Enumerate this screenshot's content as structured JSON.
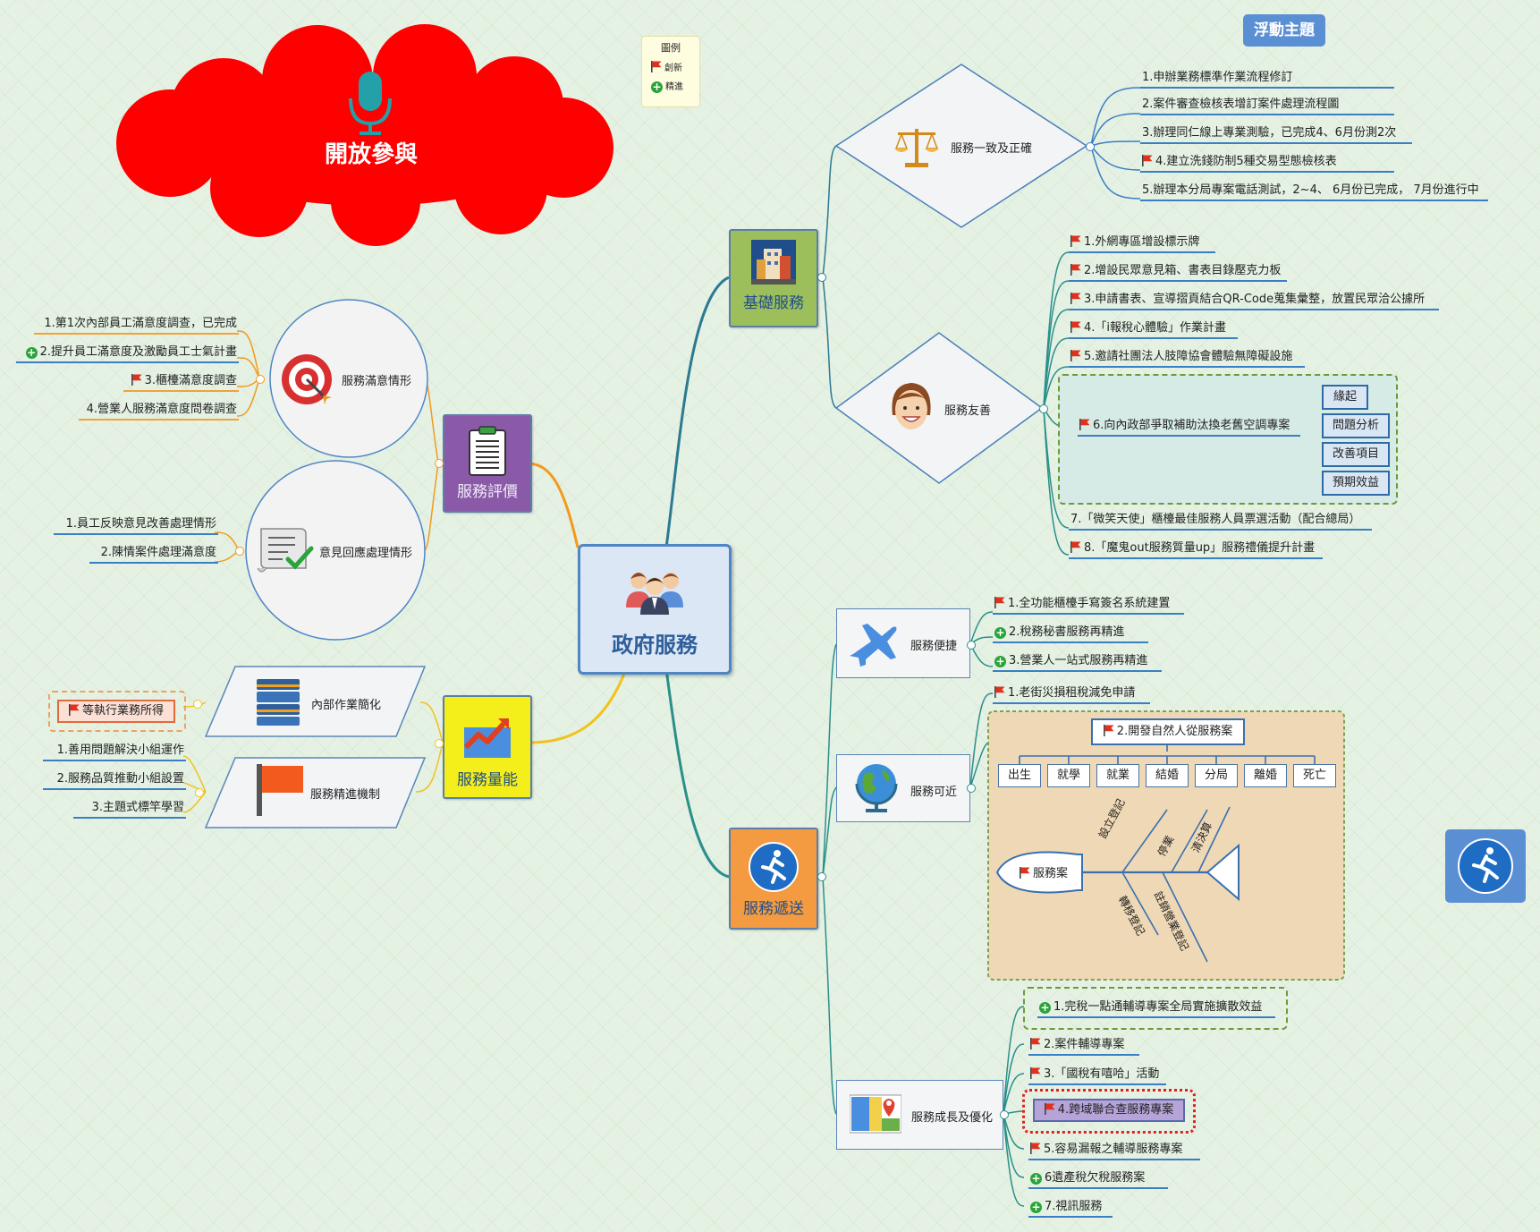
{
  "central": {
    "title": "政府服務"
  },
  "cloud": {
    "title": "開放參與"
  },
  "floating": {
    "label": "浮動主題"
  },
  "legend": {
    "title": "圖例",
    "items": [
      {
        "label": "創新"
      },
      {
        "label": "精進"
      }
    ]
  },
  "colors": {
    "flag": "#e0301e",
    "plus": "#2aa33a",
    "cloud": "#ff0000",
    "central_border": "#4f86c6"
  },
  "jichu": {
    "title": "基礎服務",
    "sub1": {
      "title": "服務一致及正確",
      "items": [
        "1.申辦業務標準作業流程修訂",
        "2.案件審查檢核表增訂案件處理流程圖",
        "3.辦理同仁線上專業測驗，已完成4、6月份測2次",
        "4.建立洗錢防制5種交易型態檢核表",
        "5.辦理本分局專案電話測試，2~4、 6月份已完成， 7月份進行中"
      ]
    },
    "sub2": {
      "title": "服務友善",
      "items": [
        "1.外網專區增設標示牌",
        "2.增設民眾意見箱、書表目錄壓克力板",
        "3.申請書表、宣導摺頁結合QR-Code蒐集彙整，放置民眾洽公據所",
        "4.「i報稅心體驗」作業計畫",
        "5.邀請社團法人肢障協會體驗無障礙設施",
        "6.向內政部爭取補助汰換老舊空調專案",
        "7.「微笑天使」櫃檯最佳服務人員票選活動（配合總局）",
        "8.「魔鬼out服務質量up」服務禮儀提升計畫"
      ],
      "tags": [
        "緣起",
        "問題分析",
        "改善項目",
        "預期效益"
      ]
    }
  },
  "songda": {
    "title": "服務遞送",
    "sub1": {
      "title": "服務便捷",
      "items": [
        "1.全功能櫃檯手寫簽名系統建置",
        "2.稅務秘書服務再精進",
        "3.營業人一站式服務再精進"
      ]
    },
    "sub2": {
      "title": "服務可近",
      "items": [
        "1.老街災損租稅減免申請",
        "2.開發自然人從服務案"
      ],
      "fish": {
        "head": "服務案",
        "events": [
          "出生",
          "就學",
          "就業",
          "結婚",
          "分局",
          "離婚",
          "死亡"
        ],
        "bones": [
          "設立登記",
          "停業",
          "清決算",
          "轉移登記",
          "註銷營業登記"
        ]
      }
    },
    "sub3": {
      "title": "服務成長及優化",
      "items": [
        "1.完稅一點通輔導專案全局實施擴散效益",
        "2.案件輔導專案",
        "3.「國稅有嘻哈」活動",
        "4.跨域聯合查服務專案",
        "5.容易漏報之輔導服務專案",
        "6遺產稅欠稅服務案",
        "7.視訊服務"
      ]
    }
  },
  "pingjia": {
    "title": "服務評價",
    "sub1": {
      "title": "服務滿意情形",
      "items": [
        "1.第1次內部員工滿意度調查，已完成",
        "2.提升員工滿意度及激勵員工士氣計畫",
        "3.櫃檯滿意度調查",
        "4.營業人服務滿意度問卷調查"
      ]
    },
    "sub2": {
      "title": "意見回應處理情形",
      "items": [
        "1.員工反映意見改善處理情形",
        "2.陳情案件處理滿意度"
      ]
    }
  },
  "liangneng": {
    "title": "服務量能",
    "sub1": {
      "title": "內部作業簡化",
      "items": [
        "等執行業務所得"
      ]
    },
    "sub2": {
      "title": "服務精進機制",
      "items": [
        "1.善用問題解決小組運作",
        "2.服務品質推動小組設置",
        "3.主題式標竿學習"
      ]
    }
  }
}
